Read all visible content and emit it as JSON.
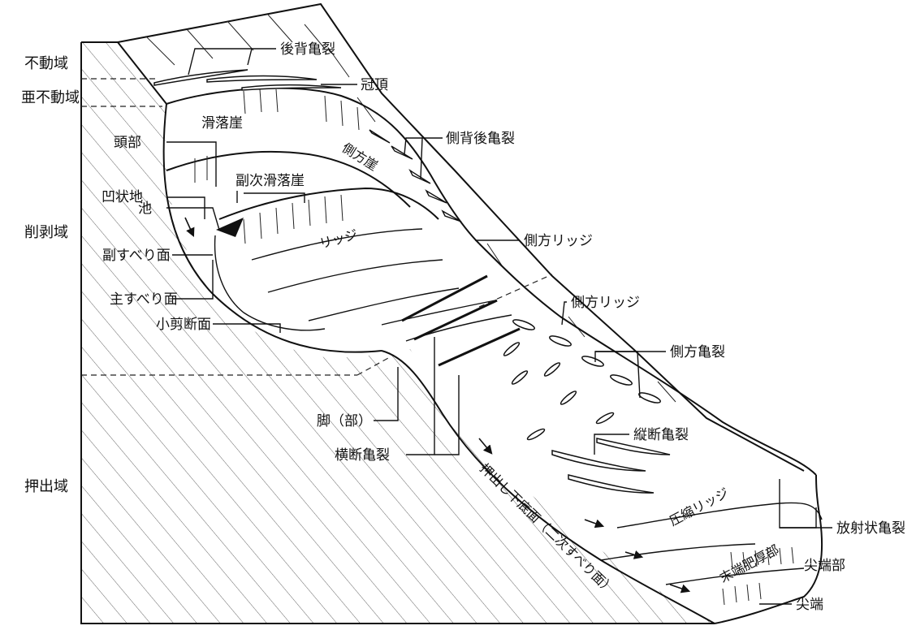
{
  "labels": {
    "fudoiki": "不動域",
    "afudoiki": "亜不動域",
    "koukai_kiretsu": "後背亀裂",
    "kancho": "冠頂",
    "katsurakugai": "滑落崖",
    "tobu": "頭部",
    "sokuhai_kiretsu": "側背後亀裂",
    "sokuhogai": "側方崖",
    "fukuji_katsurakugai": "副次滑落崖",
    "oujochi": "凹状地",
    "ike": "池",
    "sakuhakuiki": "削剥域",
    "ridge": "リッジ",
    "sokuho_ridge_1": "側方リッジ",
    "fuku_suberimen": "副すべり面",
    "shu_suberimen": "主すべり面",
    "sokuho_ridge_2": "側方リッジ",
    "shosen_danmen": "小剪断面",
    "sokuho_kiretsu": "側方亀裂",
    "kyaku": "脚（部）",
    "judan_kiretsu": "縦断亀裂",
    "oudan_kiretsu": "横断亀裂",
    "oshidashiiki": "押出域",
    "oshidashi_teimen": "押出し下底面（二次すべり面）",
    "asshuku_ridge": "圧縮リッジ",
    "hoshajo_kiretsu": "放射状亀裂",
    "mattan_hikoubu": "末端肥厚部",
    "sentanbu": "尖端部",
    "sentan": "尖端"
  }
}
